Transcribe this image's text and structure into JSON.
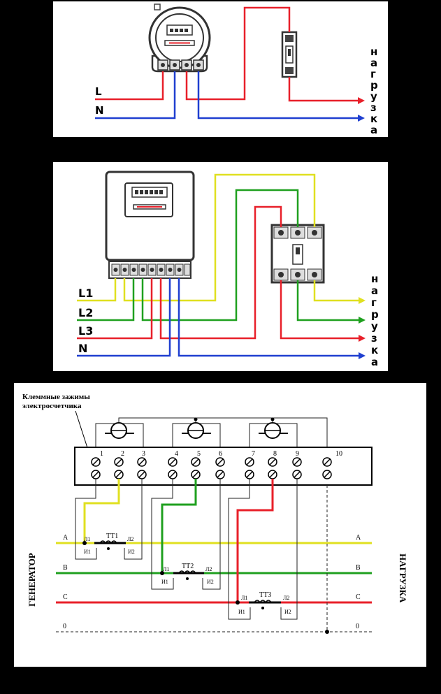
{
  "diagram1": {
    "wire_labels": [
      "L",
      "N"
    ],
    "load_label_letters": [
      "н",
      "а",
      "г",
      "р",
      "у",
      "з",
      "к",
      "а"
    ]
  },
  "diagram2": {
    "wire_labels": [
      "L1",
      "L2",
      "L3",
      "N"
    ],
    "load_label_letters": [
      "н",
      "а",
      "г",
      "р",
      "у",
      "з",
      "к",
      "а"
    ]
  },
  "diagram3": {
    "caption_line1": "Клеммные зажимы",
    "caption_line2": "электросчетчика",
    "terminals": [
      "1",
      "2",
      "3",
      "4",
      "5",
      "6",
      "7",
      "8",
      "9",
      "10"
    ],
    "phases_left": [
      "A",
      "B",
      "C",
      "0"
    ],
    "phases_right": [
      "A",
      "B",
      "C",
      "0"
    ],
    "ct1": {
      "name": "ТТ1",
      "l1": "Л1",
      "l2": "Л2",
      "i1": "И1",
      "i2": "И2"
    },
    "ct2": {
      "name": "ТТ2",
      "l1": "Л1",
      "l2": "Л2",
      "i1": "И1",
      "i2": "И2"
    },
    "ct3": {
      "name": "ТТ3",
      "l1": "Л1",
      "l2": "Л2",
      "i1": "И1",
      "i2": "И2"
    },
    "left_side": "ГЕНЕРАТОР",
    "right_side": "НАГРУЗКА"
  },
  "colors": {
    "red": "#e8202a",
    "blue": "#1f3fd0",
    "green": "#1fa01f",
    "yellow": "#e0e020"
  }
}
